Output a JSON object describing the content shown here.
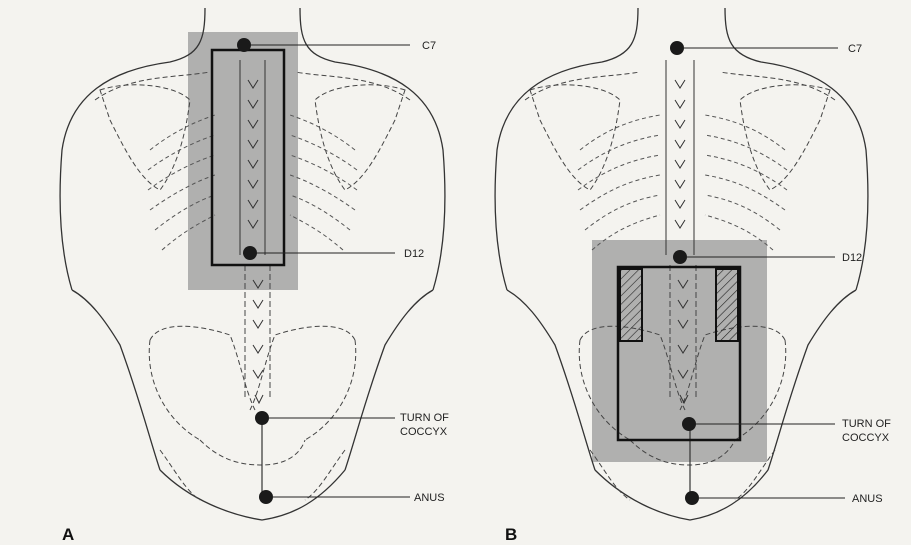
{
  "panels": [
    {
      "letter": "A",
      "labels": {
        "c7": "C7",
        "d12": "D12",
        "turn_of_coccyx_line1": "TURN OF",
        "turn_of_coccyx_line2": "COCCYX",
        "anus": "ANUS"
      }
    },
    {
      "letter": "B",
      "labels": {
        "c7": "C7",
        "d12": "D12",
        "turn_of_coccyx_line1": "TURN OF",
        "turn_of_coccyx_line2": "COCCYX",
        "anus": "ANUS"
      }
    }
  ],
  "colors": {
    "shade": "#9a9a9a",
    "line": "#222222",
    "paper": "#f4f3ef"
  }
}
